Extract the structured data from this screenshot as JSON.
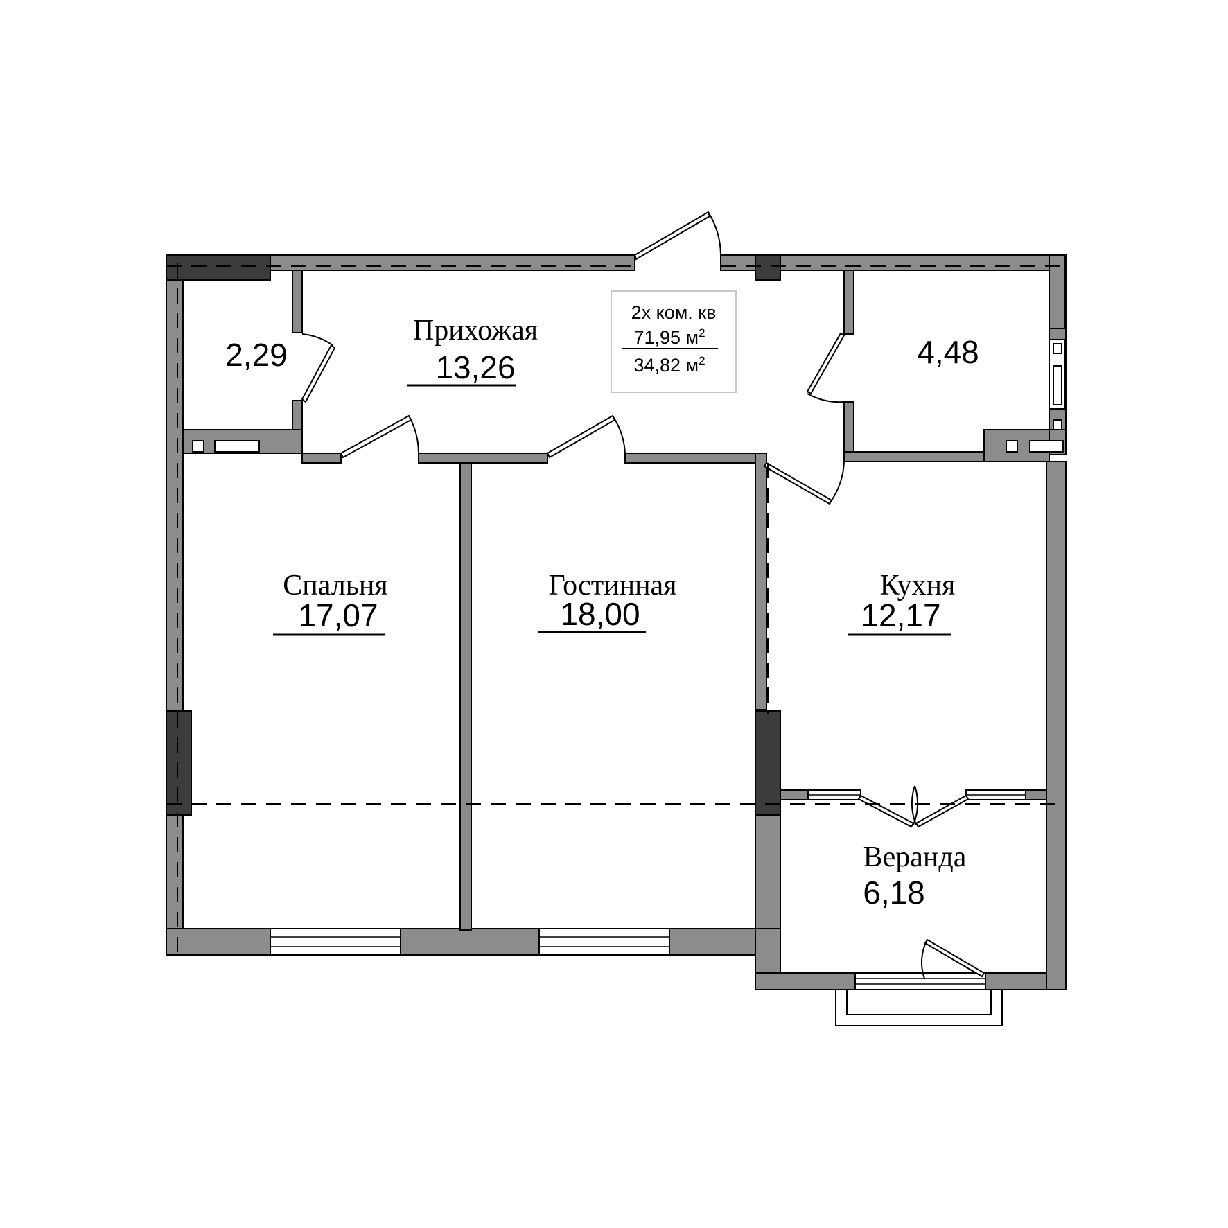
{
  "info": {
    "type": "2х ком. кв",
    "total_area": "71,95 м",
    "living_area": "34,82 м",
    "unit_sup": "2"
  },
  "rooms": {
    "closet": {
      "area": "2,29"
    },
    "hallway": {
      "name": "Прихожая",
      "area": "13,26"
    },
    "storage": {
      "area": "4,48"
    },
    "bedroom": {
      "name": "Спальня",
      "area": "17,07"
    },
    "living": {
      "name": "Гостинная",
      "area": "18,00"
    },
    "kitchen": {
      "name": "Кухня",
      "area": "12,17"
    },
    "veranda": {
      "name": "Веранда",
      "area": "6,18"
    }
  },
  "colors": {
    "wall": "#8c8c8c",
    "column": "#3c3c3c",
    "info_border": "#c8c8c8"
  }
}
